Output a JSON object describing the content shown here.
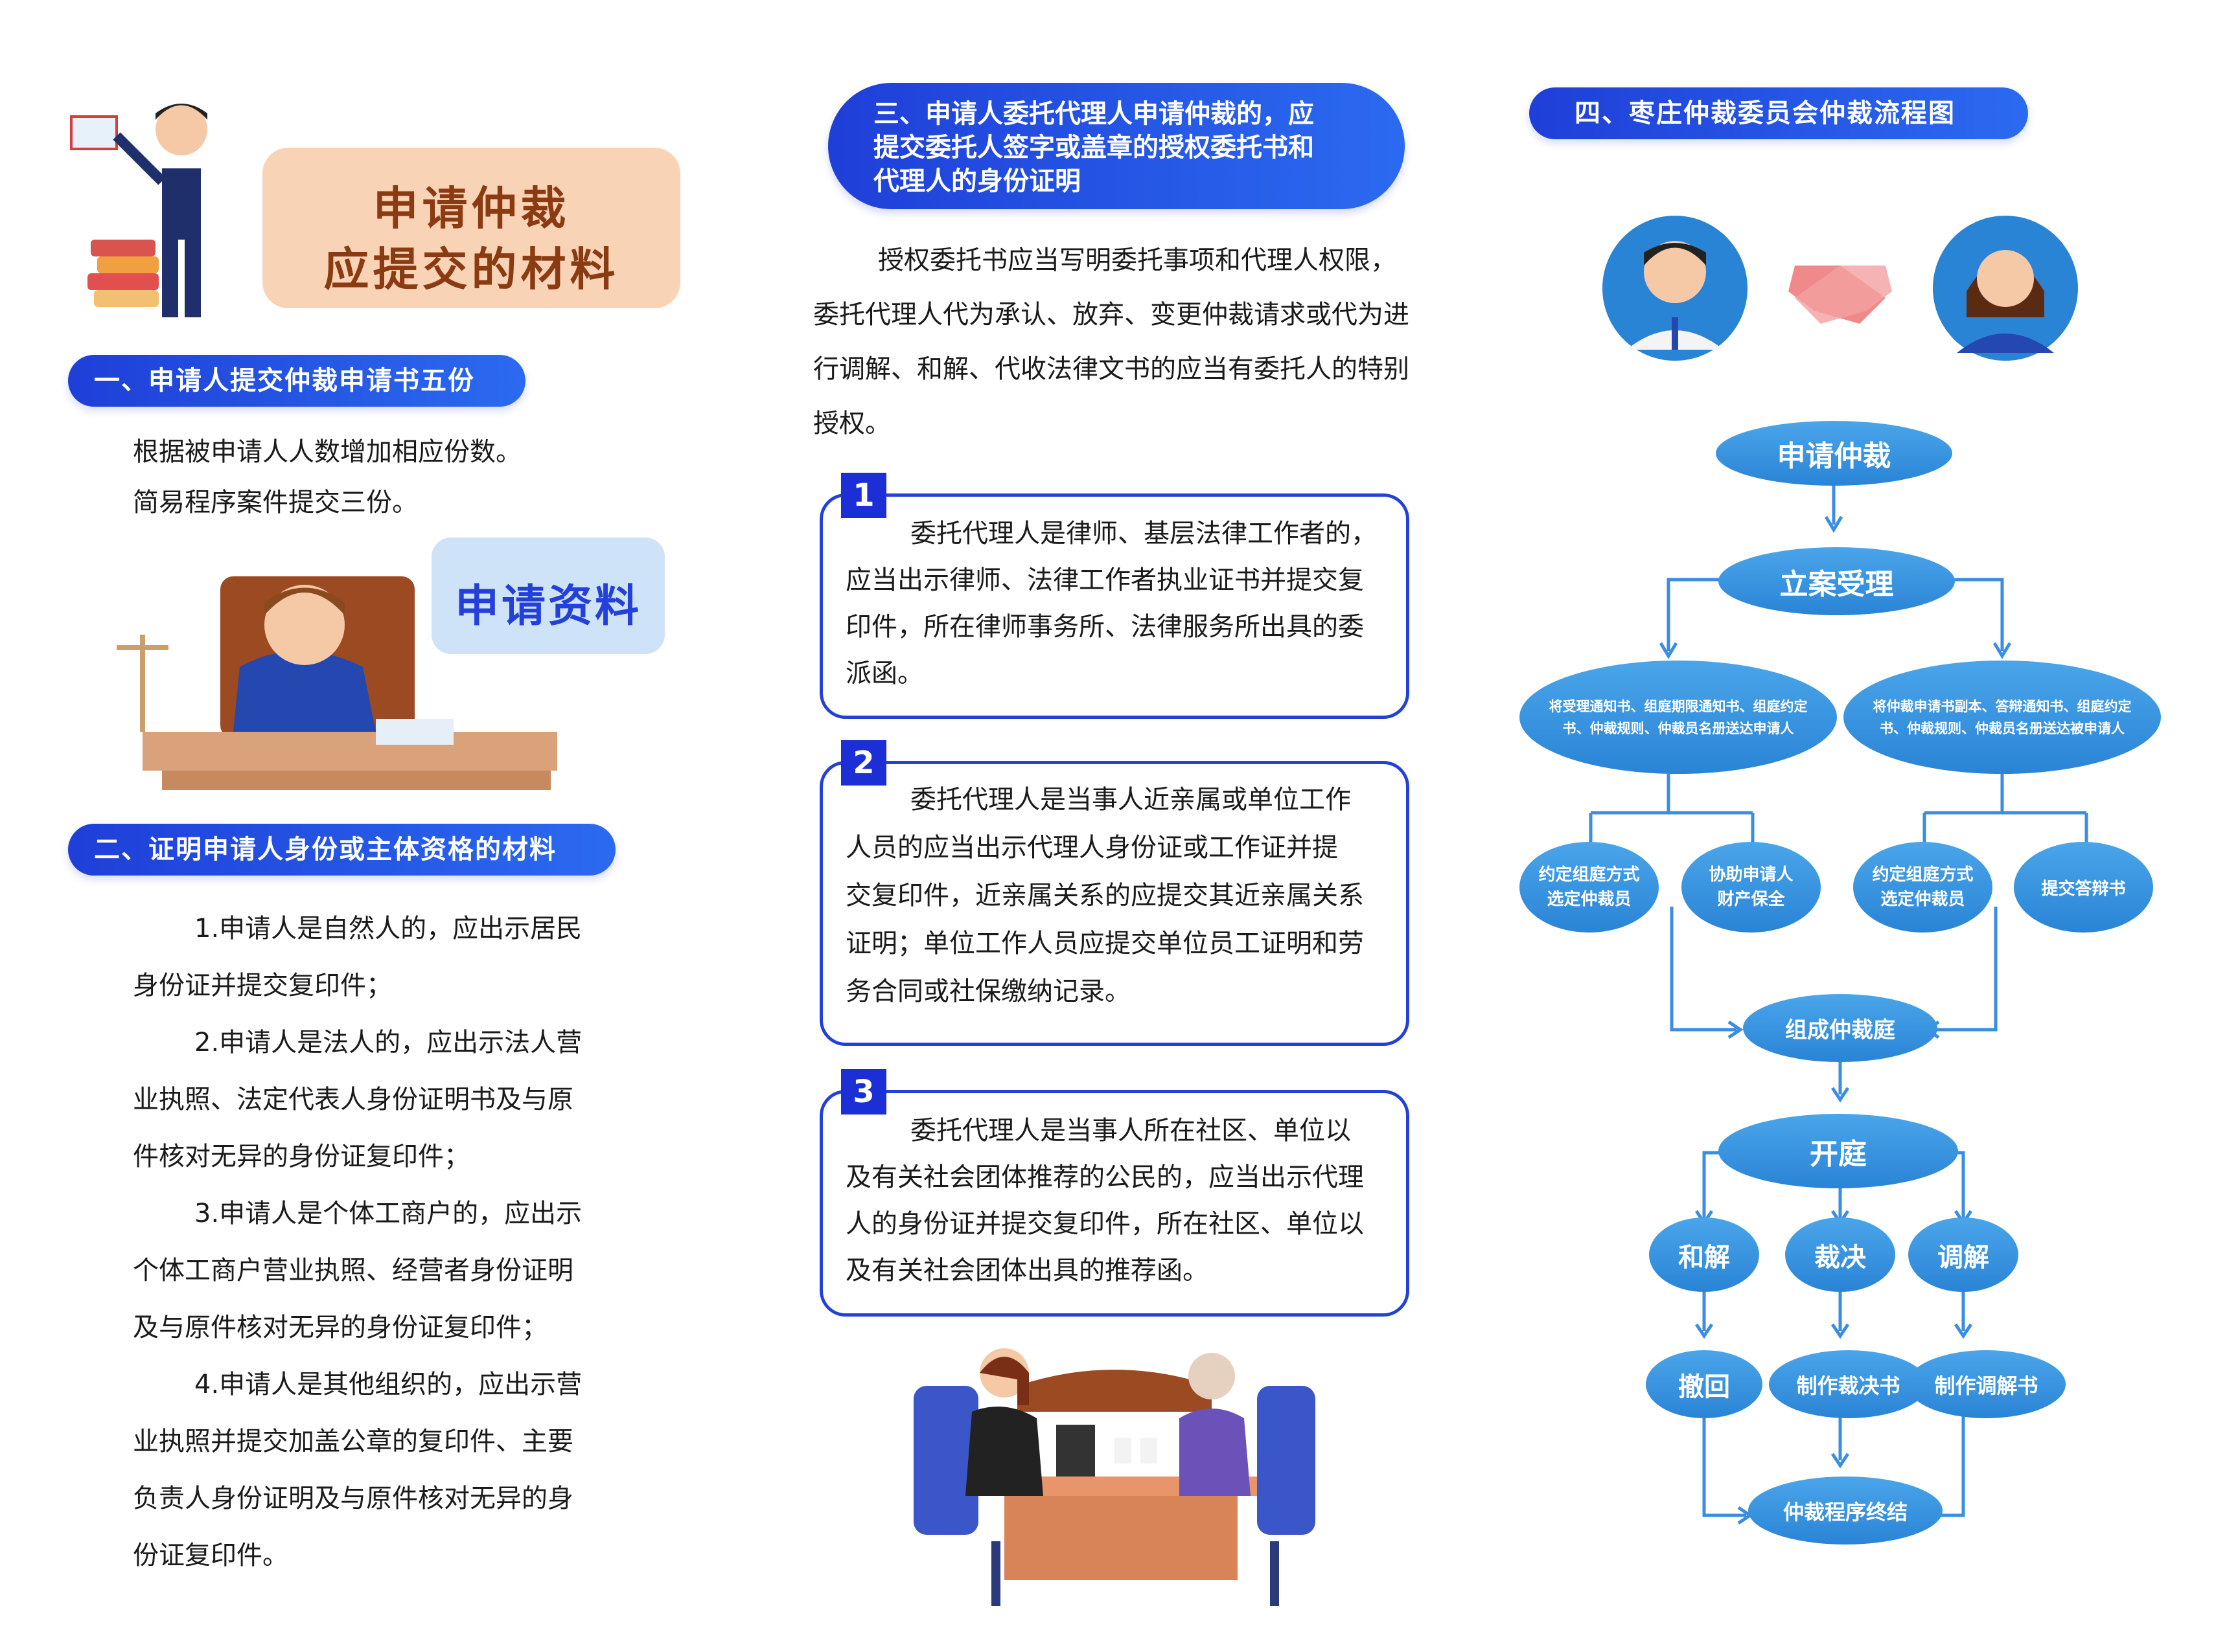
{
  "col1": {
    "title_card": {
      "line1": "申请仲裁",
      "line2": "应提交的材料"
    },
    "section1": {
      "heading": "一、申请人提交仲裁申请书五份",
      "para1": "根据被申请人人数增加相应份数。",
      "para2": "简易程序案件提交三份。"
    },
    "bubble_label": "申请资料",
    "section2": {
      "heading": "二、证明申请人身份或主体资格的材料",
      "lines": [
        "1.申请人是自然人的，应出示居民",
        "身份证并提交复印件；",
        "2.申请人是法人的，应出示法人营",
        "业执照、法定代表人身份证明书及与原",
        "件核对无异的身份证复印件；",
        "3.申请人是个体工商户的，应出示",
        "个体工商户营业执照、经营者身份证明",
        "及与原件核对无异的身份证复印件；",
        "4.申请人是其他组织的，应出示营",
        "业执照并提交加盖公章的复印件、主要",
        "负责人身份证明及与原件核对无异的身",
        "份证复印件。"
      ]
    }
  },
  "col2": {
    "heading_lines": [
      "三、申请人委托代理人申请仲裁的，应",
      "提交委托人签字或盖章的授权委托书和",
      "代理人的身份证明"
    ],
    "intro_lines": [
      "授权委托书应当写明委托事项和代理人权限，",
      "委托代理人代为承认、放弃、变更仲裁请求或代为进",
      "行调解、和解、代收法律文书的应当有委托人的特别",
      "授权。"
    ],
    "items": [
      {
        "num": "1",
        "lines": [
          "委托代理人是律师、基层法律工作者的，",
          "应当出示律师、法律工作者执业证书并提交复",
          "印件，所在律师事务所、法律服务所出具的委",
          "派函。"
        ]
      },
      {
        "num": "2",
        "lines": [
          "委托代理人是当事人近亲属或单位工作",
          "人员的应当出示代理人身份证或工作证并提",
          "交复印件，近亲属关系的应提交其近亲属关系",
          "证明；单位工作人员应提交单位员工证明和劳",
          "务合同或社保缴纳记录。"
        ]
      },
      {
        "num": "3",
        "lines": [
          "委托代理人是当事人所在社区、单位以",
          "及有关社会团体推荐的公民的，应当出示代理",
          "人的身份证并提交复印件，所在社区、单位以",
          "及有关社会团体出具的推荐函。"
        ]
      }
    ]
  },
  "col3": {
    "heading": "四、枣庄仲裁委员会仲裁流程图",
    "flow": {
      "apply": "申请仲裁",
      "accept": "立案受理",
      "notice_left": [
        "将受理通知书、组庭期限通知书、组庭约定",
        "书、仲裁规则、仲裁员名册送达申请人"
      ],
      "notice_right": [
        "将仲裁申请书副本、答辩通知书、组庭约定",
        "书、仲裁规则、仲裁员名册送达被申请人"
      ],
      "sub1": [
        "约定组庭方式",
        "选定仲裁员"
      ],
      "sub2": [
        "协助申请人",
        "财产保全"
      ],
      "sub3": [
        "约定组庭方式",
        "选定仲裁员"
      ],
      "sub4": [
        "提交答辩书"
      ],
      "tribunal": "组成仲裁庭",
      "hearing": "开庭",
      "settle": "和解",
      "award": "裁决",
      "mediate": "调解",
      "withdraw": "撤回",
      "make_award": "制作裁决书",
      "make_mediation": "制作调解书",
      "end": "仲裁程序终结"
    }
  },
  "colors": {
    "primary_blue": "#2340d8",
    "flow_blue": "#3a8ee0",
    "peach": "#f9d3b6",
    "title_brown": "#8a3b12"
  }
}
